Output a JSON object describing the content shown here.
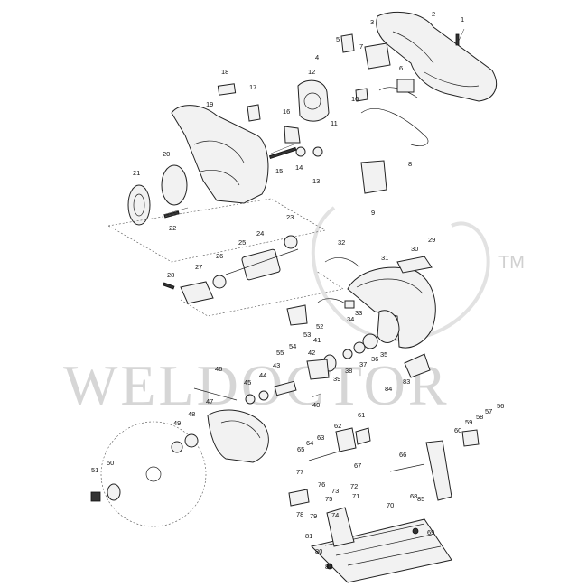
{
  "watermark": {
    "text": "WELDOCTOR",
    "trademark": "TM"
  },
  "callouts": [
    "1",
    "2",
    "3",
    "4",
    "5",
    "6",
    "7",
    "8",
    "9",
    "10",
    "11",
    "12",
    "13",
    "14",
    "15",
    "16",
    "17",
    "18",
    "19",
    "20",
    "21",
    "22",
    "23",
    "24",
    "25",
    "26",
    "27",
    "28",
    "29",
    "30",
    "31",
    "32",
    "33",
    "34",
    "35",
    "36",
    "37",
    "38",
    "39",
    "40",
    "41",
    "42",
    "43",
    "44",
    "45",
    "46",
    "47",
    "48",
    "49",
    "50",
    "51",
    "52",
    "53",
    "54",
    "55",
    "56",
    "57",
    "58",
    "59",
    "60",
    "61",
    "62",
    "63",
    "64",
    "65",
    "66",
    "67",
    "68",
    "69",
    "70",
    "71",
    "72",
    "73",
    "74",
    "75",
    "76",
    "77",
    "78",
    "79",
    "80",
    "81",
    "82",
    "83",
    "84",
    "85"
  ],
  "colors": {
    "line": "#222222",
    "watermark": "#d6d6d6",
    "background": "#ffffff"
  }
}
